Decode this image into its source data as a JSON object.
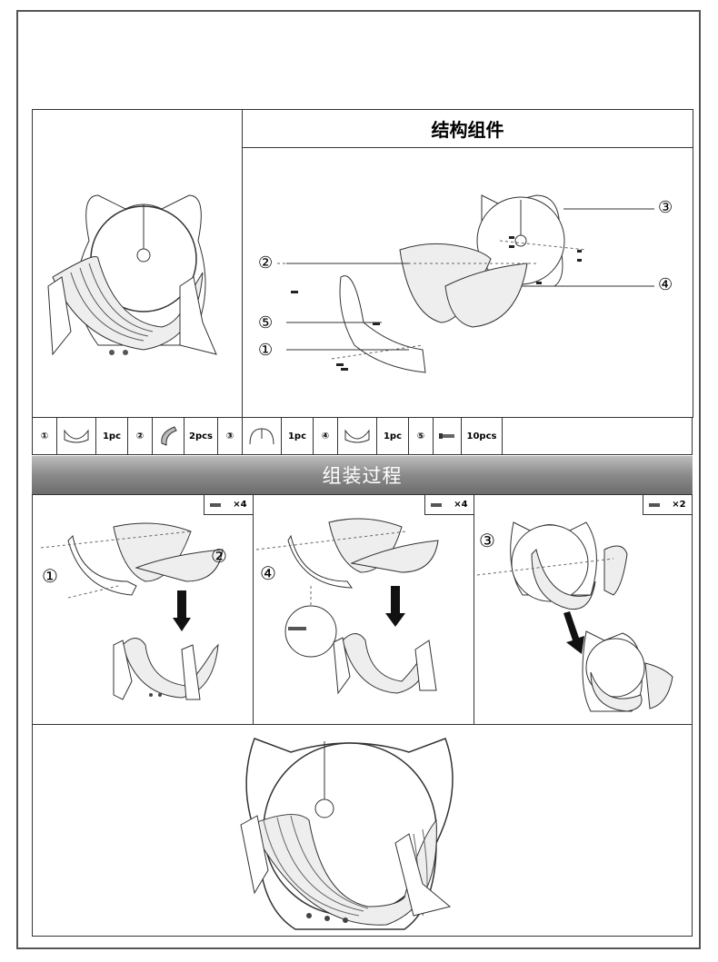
{
  "header": {
    "title": "结构组件"
  },
  "parts": [
    {
      "num": "①",
      "qty": "1pc",
      "icon": "side-frame-icon"
    },
    {
      "num": "②",
      "qty": "2pcs",
      "icon": "curved-slat-icon"
    },
    {
      "num": "③",
      "qty": "1pc",
      "icon": "round-wheel-panel-icon"
    },
    {
      "num": "④",
      "qty": "1pc",
      "icon": "side-frame-icon"
    },
    {
      "num": "⑤",
      "qty": "10pcs",
      "icon": "screw-icon"
    }
  ],
  "exploded_labels": [
    "③",
    "②",
    "④",
    "⑤",
    "①"
  ],
  "assembly": {
    "title": "组装过程",
    "steps": [
      {
        "screws": "×4",
        "labels": [
          "①",
          "②"
        ]
      },
      {
        "screws": "×4",
        "labels": [
          "④"
        ]
      },
      {
        "screws": "×2",
        "labels": [
          "③"
        ]
      }
    ]
  }
}
